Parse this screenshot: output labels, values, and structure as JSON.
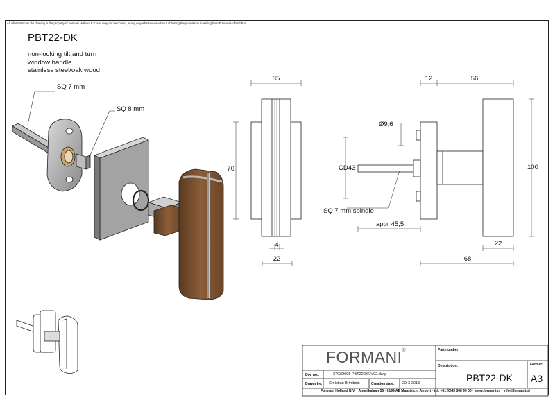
{
  "header": {
    "notice": "All information on the drawing is the property of Formani Holland B.V. and may not be copied, in any way whatsoever without obtaining the permission in writing from Formani Holland B.V."
  },
  "product": {
    "code": "PBT22-DK",
    "description_lines": [
      "non-locking tilt and turn",
      "window handle",
      "stainless steel/oak wood"
    ]
  },
  "callouts": {
    "sq7": "SQ 7 mm",
    "sq8": "SQ 8 mm"
  },
  "front_view": {
    "width_top": "35",
    "height": "70",
    "gap": "4",
    "width_bottom": "22"
  },
  "side_view": {
    "dim_12": "12",
    "dim_56": "56",
    "dia": "Ø9,6",
    "cd": "CD43",
    "height": "100",
    "spindle": "SQ 7 mm spindle",
    "appr": "appr 45,5",
    "dim_22": "22",
    "dim_68": "68"
  },
  "title_block": {
    "brand": "FORMANI",
    "part_number_label": "Part number:",
    "description_label": "Description:",
    "description_value": "PBT22-DK",
    "format_label": "Format:",
    "format_value": "A3",
    "doc_no_label": "Doc no.:",
    "doc_no_value": "2703D005 PBT22 DK V02.dwg",
    "drawn_by_label": "Drawn by:",
    "drawn_by_value": "Christian Brimbois",
    "creation_date_label": "Creation date:",
    "creation_date_value": "29-3-2013",
    "footer": "Formani Holland B.V. · Amerikalaan 55 · 6199 AE Maastricht Airport · tel: +31 (0)43 308 90 00 · www.formani.nl · info@formani.nl"
  },
  "colors": {
    "wood_dark": "#6e4a2c",
    "wood_mid": "#8a5c36",
    "metal": "#9a9a9a",
    "brass": "#c9a36a"
  }
}
